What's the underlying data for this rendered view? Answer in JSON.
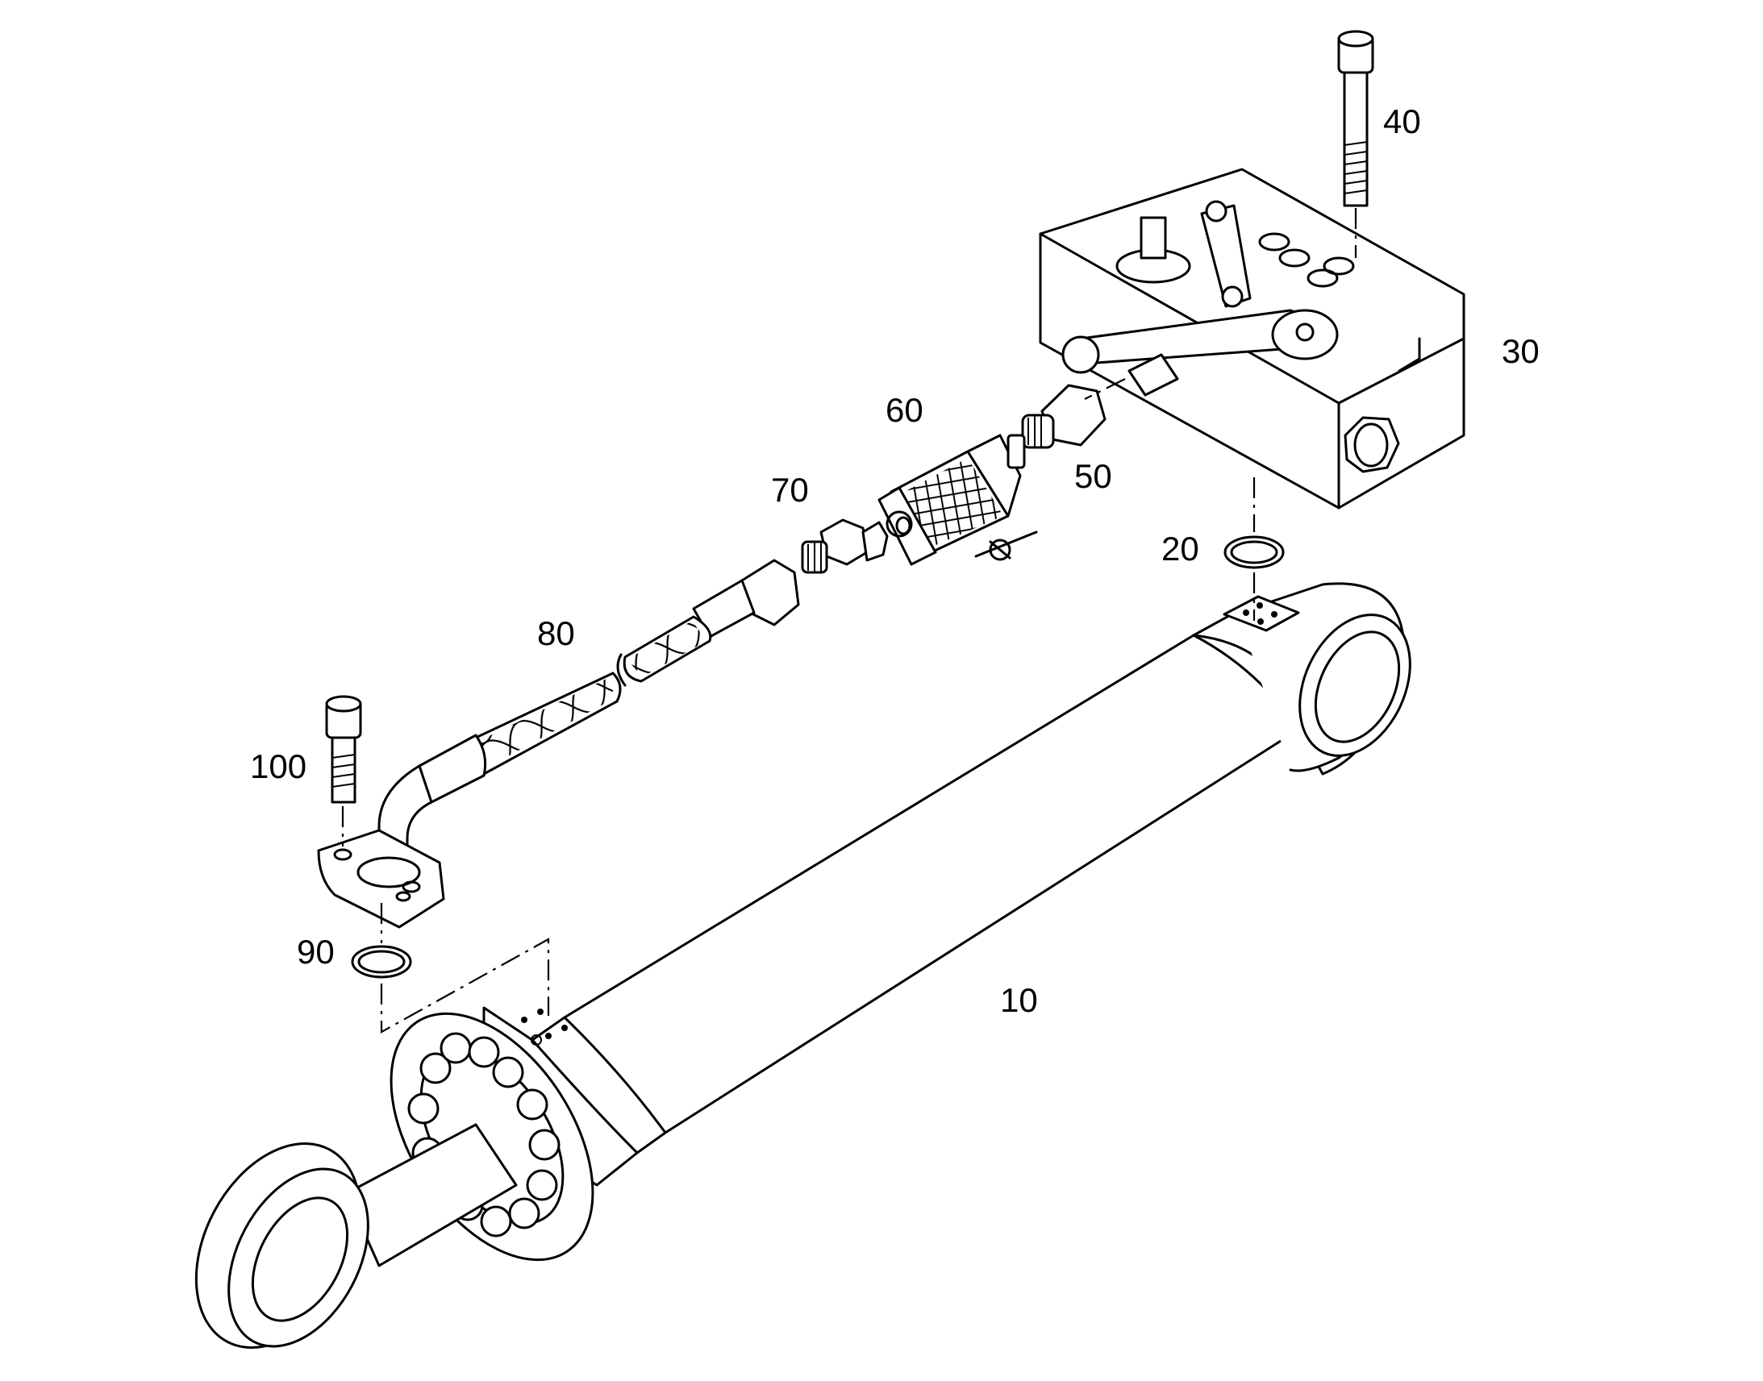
{
  "callouts": [
    {
      "id": "c10",
      "text": "10"
    },
    {
      "id": "c20",
      "text": "20"
    },
    {
      "id": "c30",
      "text": "30"
    },
    {
      "id": "c40",
      "text": "40"
    },
    {
      "id": "c50",
      "text": "50"
    },
    {
      "id": "c60",
      "text": "60"
    },
    {
      "id": "c70",
      "text": "70"
    },
    {
      "id": "c80",
      "text": "80"
    },
    {
      "id": "c90",
      "text": "90"
    },
    {
      "id": "c100",
      "text": "100"
    }
  ]
}
